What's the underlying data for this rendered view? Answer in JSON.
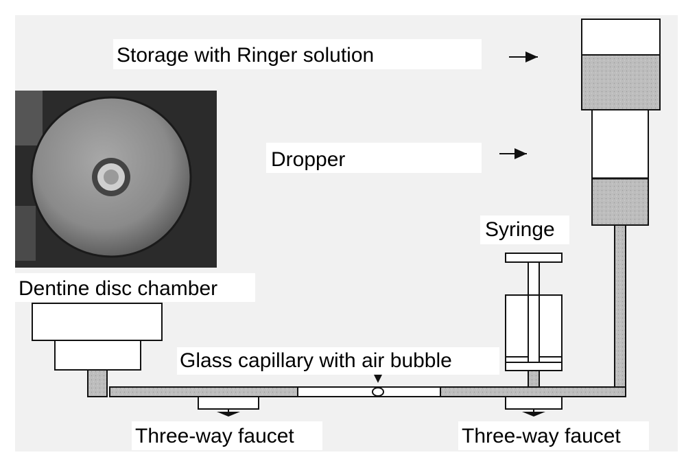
{
  "labels": {
    "storage": "Storage with Ringer solution",
    "dropper": "Dropper",
    "syringe": "Syringe",
    "chamber": "Dentine disc chamber",
    "capillary": "Glass capillary with air bubble",
    "faucet_left": "Three-way faucet",
    "faucet_right": "Three-way faucet"
  },
  "colors": {
    "background": "#f1f1f1",
    "panel": "#ffffff",
    "fluid": "#bdbdbd",
    "outline": "#111111",
    "photo_dark": "#2b2b2b",
    "photo_disc": "#8e8e8e"
  }
}
